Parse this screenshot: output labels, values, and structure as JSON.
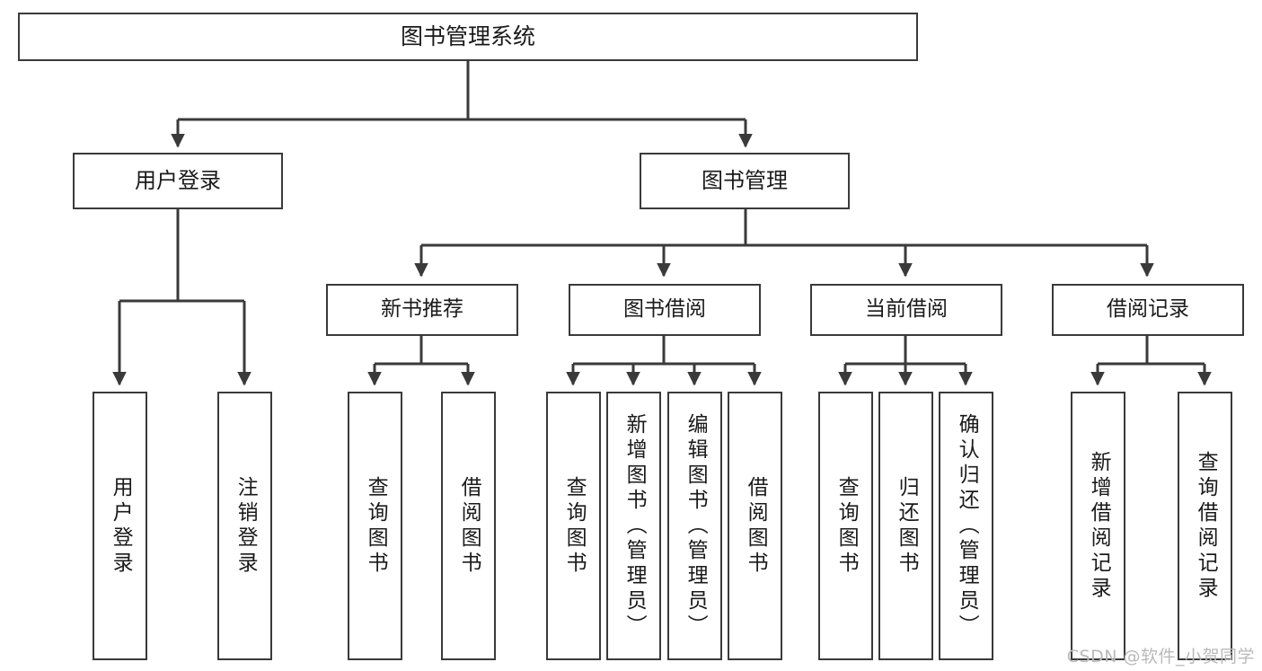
{
  "diagram": {
    "title": "图书管理系统",
    "type": "tree-hierarchy",
    "root": {
      "id": "root",
      "label": "图书管理系统"
    },
    "level2": [
      {
        "id": "user-login",
        "label": "用户登录"
      },
      {
        "id": "book-management",
        "label": "图书管理"
      }
    ],
    "level3": [
      {
        "id": "new-book-recommend",
        "label": "新书推荐",
        "parent": "book-management"
      },
      {
        "id": "book-borrow",
        "label": "图书借阅",
        "parent": "book-management"
      },
      {
        "id": "current-borrow",
        "label": "当前借阅",
        "parent": "book-management"
      },
      {
        "id": "borrow-record",
        "label": "借阅记录",
        "parent": "book-management"
      }
    ],
    "leaves": {
      "user-login": [
        {
          "id": "leaf-user-login",
          "label": "用户登录"
        },
        {
          "id": "leaf-user-logout",
          "label": "注销登录"
        }
      ],
      "new-book-recommend": [
        {
          "id": "leaf-query-book-1",
          "label": "查询图书"
        },
        {
          "id": "leaf-borrow-book-1",
          "label": "借阅图书"
        }
      ],
      "book-borrow": [
        {
          "id": "leaf-query-book-2",
          "label": "查询图书"
        },
        {
          "id": "leaf-add-book",
          "label": "新增图书（管理员）"
        },
        {
          "id": "leaf-edit-book",
          "label": "编辑图书（管理员）"
        },
        {
          "id": "leaf-borrow-book-2",
          "label": "借阅图书"
        }
      ],
      "current-borrow": [
        {
          "id": "leaf-query-book-3",
          "label": "查询图书"
        },
        {
          "id": "leaf-return-book",
          "label": "归还图书"
        },
        {
          "id": "leaf-confirm-return",
          "label": "确认归还（管理员）"
        }
      ],
      "borrow-record": [
        {
          "id": "leaf-add-record",
          "label": "新增借阅记录"
        },
        {
          "id": "leaf-query-record",
          "label": "查询借阅记录"
        }
      ]
    },
    "watermark": "CSDN @软件_小贺同学",
    "colors": {
      "stroke": "#3a3a3a",
      "text": "#1a1a1a",
      "background": "#ffffff",
      "watermark": "#b9b9b9"
    }
  }
}
